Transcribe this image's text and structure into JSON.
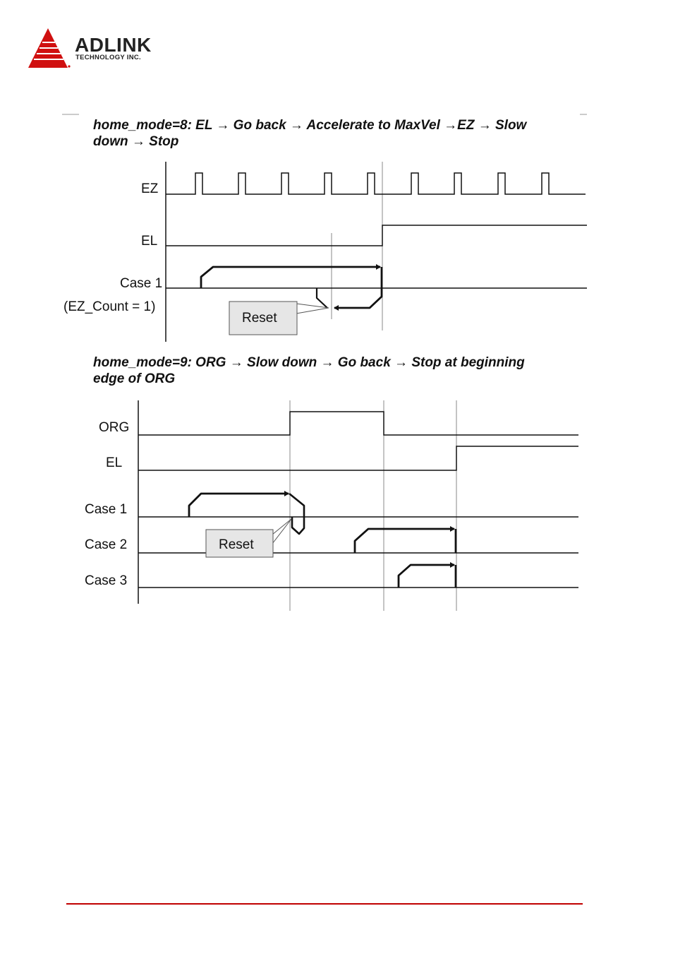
{
  "header": {
    "brand": "ADLINK",
    "brand_sub": "TECHNOLOGY INC."
  },
  "diagram1": {
    "caption_line1": "home_mode=8: EL  → Go back  → Accelerate to MaxVel  →EZ  → Slow",
    "caption_line2": "down  → Stop",
    "signals": {
      "ez": "EZ",
      "el": "EL",
      "case1": "Case 1",
      "ez_count": "(EZ_Count = 1)"
    },
    "reset": "Reset"
  },
  "diagram2": {
    "caption_line1": "home_mode=9: ORG  → Slow down  → Go back  → Stop at beginning",
    "caption_line2": "edge of ORG",
    "signals": {
      "org": "ORG",
      "el": "EL",
      "case1": "Case 1",
      "case2": "Case 2",
      "case3": "Case 3"
    },
    "reset": "Reset"
  },
  "colors": {
    "accent": "#c00000",
    "line": "#111111",
    "guide": "#888888",
    "box_fill": "#e6e6e6"
  }
}
